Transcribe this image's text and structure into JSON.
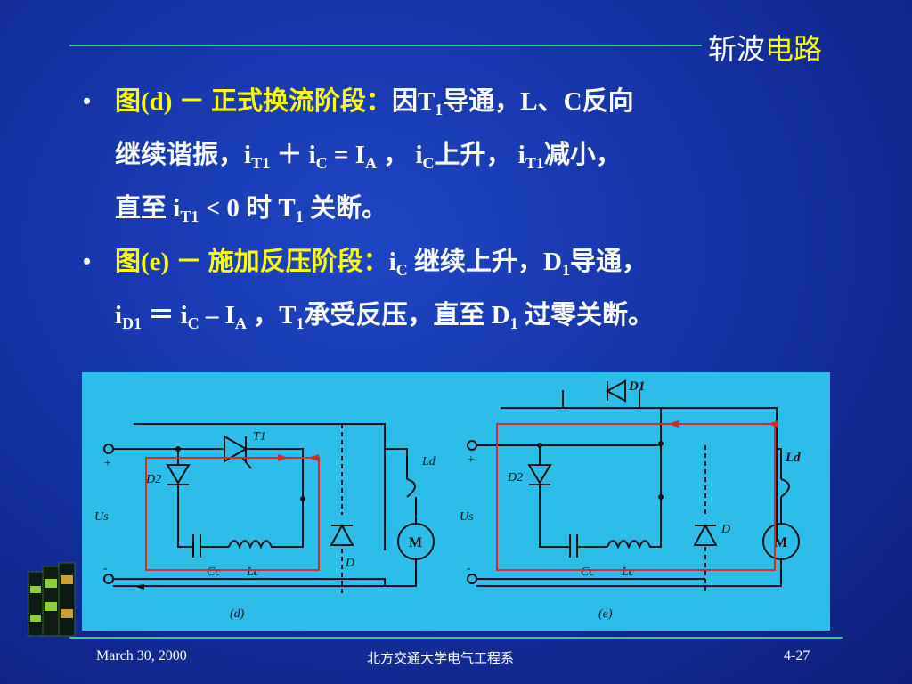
{
  "header": {
    "title_part1": "斩波",
    "title_part2": "电路"
  },
  "bullets": [
    {
      "head": "图(d) －  正式换流阶段：",
      "line1_text": "因T",
      "line1_sub": "1",
      "line1_rest": "导通，L、C反向",
      "line2": [
        "继续谐振，i",
        "T1",
        " ＋ i",
        "C",
        " = I",
        "A",
        " ，  i",
        "C",
        "上升，  i",
        "T1",
        "减小，"
      ],
      "line3": [
        "直至 i",
        "T1",
        " < 0 时 T",
        "1",
        " 关断。"
      ]
    },
    {
      "head": "图(e) －  施加反压阶段：",
      "line1": [
        "i",
        "C",
        " 继续上升，D",
        "1",
        "导通，"
      ],
      "line2": [
        "i",
        "D1",
        " ＝ i",
        "C",
        " – I",
        "A",
        " ，T",
        "1",
        "承受反压，直至 D",
        "1",
        " 过零关断。"
      ]
    }
  ],
  "figure": {
    "d": {
      "caption": "(d)",
      "Us": "Us",
      "T1": "T1",
      "D2": "D2",
      "Cc": "Cc",
      "Lc": "Lc",
      "D": "D",
      "Ld": "Ld",
      "M": "M",
      "plus": "+",
      "minus": "-"
    },
    "e": {
      "caption": "(e)",
      "Us": "Us",
      "D1": "D1",
      "D2": "D2",
      "Cc": "Cc",
      "Lc": "Lc",
      "D": "D",
      "Ld": "Ld",
      "M": "M",
      "plus": "+",
      "minus": "-"
    }
  },
  "footer": {
    "date": "March 30, 2000",
    "org": "北方交通大学电气工程系",
    "page": "4-27"
  },
  "colors": {
    "accent_line": "#2fd08a",
    "highlight": "#ffff00",
    "figure_bg": "#2cbde8",
    "current_path": "#e02525"
  }
}
